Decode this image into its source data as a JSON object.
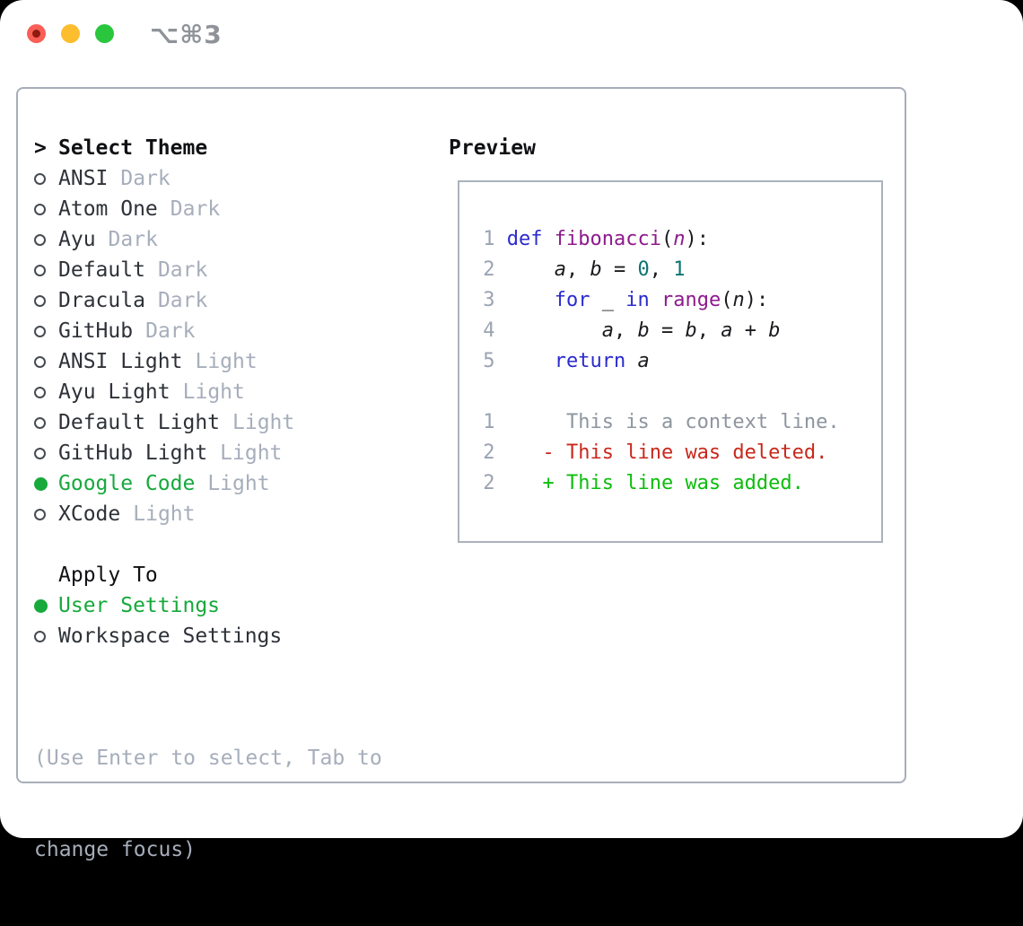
{
  "window": {
    "title_shortcut": "⌥⌘3"
  },
  "colors": {
    "ui_selected_green": "#17a93c",
    "keyword_blue": "#2b2bcd",
    "type_purple": "#8d1a8d",
    "literal_teal": "#0d7373",
    "deleted_red": "#c9281b",
    "added_green": "#0cbd0c",
    "muted_gray": "#a6aebb",
    "traffic_red": "#f95f57",
    "traffic_yellow": "#fcbd2f",
    "traffic_green": "#2ac73e"
  },
  "theme_panel": {
    "header_prefix": ">",
    "header": "Select Theme",
    "themes": [
      {
        "name": "ANSI",
        "variant": "Dark",
        "selected": false
      },
      {
        "name": "Atom One",
        "variant": "Dark",
        "selected": false
      },
      {
        "name": "Ayu",
        "variant": "Dark",
        "selected": false
      },
      {
        "name": "Default",
        "variant": "Dark",
        "selected": false
      },
      {
        "name": "Dracula",
        "variant": "Dark",
        "selected": false
      },
      {
        "name": "GitHub",
        "variant": "Dark",
        "selected": false
      },
      {
        "name": "ANSI Light",
        "variant": "Light",
        "selected": false
      },
      {
        "name": "Ayu Light",
        "variant": "Light",
        "selected": false
      },
      {
        "name": "Default Light",
        "variant": "Light",
        "selected": false
      },
      {
        "name": "GitHub Light",
        "variant": "Light",
        "selected": false
      },
      {
        "name": "Google Code",
        "variant": "Light",
        "selected": true
      },
      {
        "name": "XCode",
        "variant": "Light",
        "selected": false
      }
    ],
    "apply_to": {
      "header": "Apply To",
      "options": [
        {
          "name": "User Settings",
          "selected": true
        },
        {
          "name": "Workspace Settings",
          "selected": false
        }
      ]
    },
    "help_lines": [
      "(Use Enter to select, Tab to",
      "change focus)"
    ]
  },
  "preview": {
    "header": "Preview",
    "code_lines": [
      {
        "tokens": [
          {
            "t": " 1 ",
            "c": "num"
          },
          {
            "t": "def",
            "c": "kw"
          },
          {
            "t": " ",
            "c": "pln"
          },
          {
            "t": "fibonacci",
            "c": "typ"
          },
          {
            "t": "(",
            "c": "pln"
          },
          {
            "t": "n",
            "c": "typ-i"
          },
          {
            "t": "):",
            "c": "pln"
          }
        ]
      },
      {
        "tokens": [
          {
            "t": " 2 ",
            "c": "num"
          },
          {
            "t": "    ",
            "c": "pln"
          },
          {
            "t": "a",
            "c": "pln-i"
          },
          {
            "t": ", ",
            "c": "pln"
          },
          {
            "t": "b",
            "c": "pln-i"
          },
          {
            "t": " = ",
            "c": "pln"
          },
          {
            "t": "0",
            "c": "lit"
          },
          {
            "t": ", ",
            "c": "pln"
          },
          {
            "t": "1",
            "c": "lit"
          }
        ]
      },
      {
        "tokens": [
          {
            "t": " 3 ",
            "c": "num"
          },
          {
            "t": "    ",
            "c": "pln"
          },
          {
            "t": "for",
            "c": "kw"
          },
          {
            "t": " ",
            "c": "pln"
          },
          {
            "t": "_",
            "c": "pln-i"
          },
          {
            "t": " ",
            "c": "pln"
          },
          {
            "t": "in",
            "c": "kw"
          },
          {
            "t": " ",
            "c": "pln"
          },
          {
            "t": "range",
            "c": "typ"
          },
          {
            "t": "(",
            "c": "pln"
          },
          {
            "t": "n",
            "c": "pln-i"
          },
          {
            "t": "):",
            "c": "pln"
          }
        ]
      },
      {
        "tokens": [
          {
            "t": " 4 ",
            "c": "num"
          },
          {
            "t": "        ",
            "c": "pln"
          },
          {
            "t": "a",
            "c": "pln-i"
          },
          {
            "t": ", ",
            "c": "pln"
          },
          {
            "t": "b",
            "c": "pln-i"
          },
          {
            "t": " = ",
            "c": "pln"
          },
          {
            "t": "b",
            "c": "pln-i"
          },
          {
            "t": ", ",
            "c": "pln"
          },
          {
            "t": "a",
            "c": "pln-i"
          },
          {
            "t": " + ",
            "c": "pln"
          },
          {
            "t": "b",
            "c": "pln-i"
          }
        ]
      },
      {
        "tokens": [
          {
            "t": " 5 ",
            "c": "num"
          },
          {
            "t": "    ",
            "c": "pln"
          },
          {
            "t": "return",
            "c": "kw"
          },
          {
            "t": " ",
            "c": "pln"
          },
          {
            "t": "a",
            "c": "pln-i"
          }
        ]
      },
      {
        "tokens": [
          {
            "t": " ",
            "c": "pln"
          }
        ]
      },
      {
        "tokens": [
          {
            "t": " 1 ",
            "c": "num"
          },
          {
            "t": "     ",
            "c": "pln"
          },
          {
            "t": "This is a context line.",
            "c": "ctx"
          }
        ]
      },
      {
        "tokens": [
          {
            "t": " 2 ",
            "c": "num"
          },
          {
            "t": "   ",
            "c": "pln"
          },
          {
            "t": "- This line was deleted.",
            "c": "del"
          }
        ]
      },
      {
        "tokens": [
          {
            "t": " 2 ",
            "c": "num"
          },
          {
            "t": "   ",
            "c": "pln"
          },
          {
            "t": "+ This line was added.",
            "c": "add"
          }
        ]
      }
    ]
  }
}
